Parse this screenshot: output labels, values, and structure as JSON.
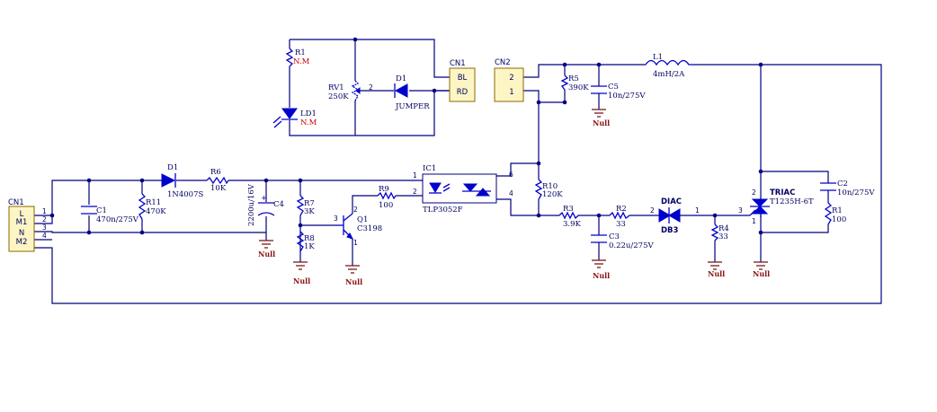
{
  "schematic": {
    "cn1_left": {
      "ref": "CN1",
      "pins": [
        "L",
        "M1",
        "N",
        "M2"
      ],
      "pin_numbers": [
        "1",
        "2",
        "3",
        "4"
      ]
    },
    "cn1_top": {
      "ref": "CN1",
      "pins": [
        "BL",
        "RD"
      ]
    },
    "cn2": {
      "ref": "CN2",
      "pins": [
        "2",
        "1"
      ]
    },
    "r1_top": {
      "ref": "R1",
      "value": "N.M"
    },
    "rv1": {
      "ref": "RV1",
      "value": "250K",
      "pin": "2"
    },
    "ld1": {
      "ref": "LD1",
      "value": "N.M"
    },
    "d1_jumper": {
      "ref": "D1",
      "value": "JUMPER"
    },
    "d1": {
      "ref": "D1",
      "value": "1N4007S"
    },
    "r6": {
      "ref": "R6",
      "value": "10K"
    },
    "c1": {
      "ref": "C1",
      "value": "470n/275V"
    },
    "r11": {
      "ref": "R11",
      "value": "470K"
    },
    "c4": {
      "ref": "C4",
      "value": "2200u/16V"
    },
    "r7": {
      "ref": "R7",
      "value": "3K"
    },
    "r8": {
      "ref": "R8",
      "value": "1K"
    },
    "q1": {
      "ref": "Q1",
      "value": "C3198",
      "pins": [
        "3",
        "2",
        "1"
      ]
    },
    "r9": {
      "ref": "R9",
      "value": "100"
    },
    "ic1": {
      "ref": "IC1",
      "value": "TLP3052F",
      "pins": [
        "1",
        "2",
        "6",
        "4"
      ]
    },
    "r5": {
      "ref": "R5",
      "value": "390K"
    },
    "c5": {
      "ref": "C5",
      "value": "10n/275V"
    },
    "l1": {
      "ref": "L1",
      "value": "4mH/2A"
    },
    "r10": {
      "ref": "R10",
      "value": "120K"
    },
    "r3": {
      "ref": "R3",
      "value": "3.9K"
    },
    "c3": {
      "ref": "C3",
      "value": "0.22u/275V"
    },
    "r2": {
      "ref": "R2",
      "value": "33"
    },
    "diac": {
      "ref": "DIAC",
      "value": "DB3",
      "pins": [
        "2",
        "1"
      ]
    },
    "r4": {
      "ref": "R4",
      "value": "33"
    },
    "triac": {
      "ref": "TRIAC",
      "value": "T1235H-6T",
      "pins": [
        "3",
        "2",
        "1"
      ]
    },
    "c2": {
      "ref": "C2",
      "value": "10n/275V"
    },
    "r1": {
      "ref": "R1",
      "value": "100"
    },
    "ground_label": "Null"
  },
  "colors": {
    "wire": "#000080",
    "component": "#0000cc",
    "ground": "#7a1a1a",
    "connector_fill": "#fdf6c4",
    "not_mounted": "#cc0000"
  }
}
